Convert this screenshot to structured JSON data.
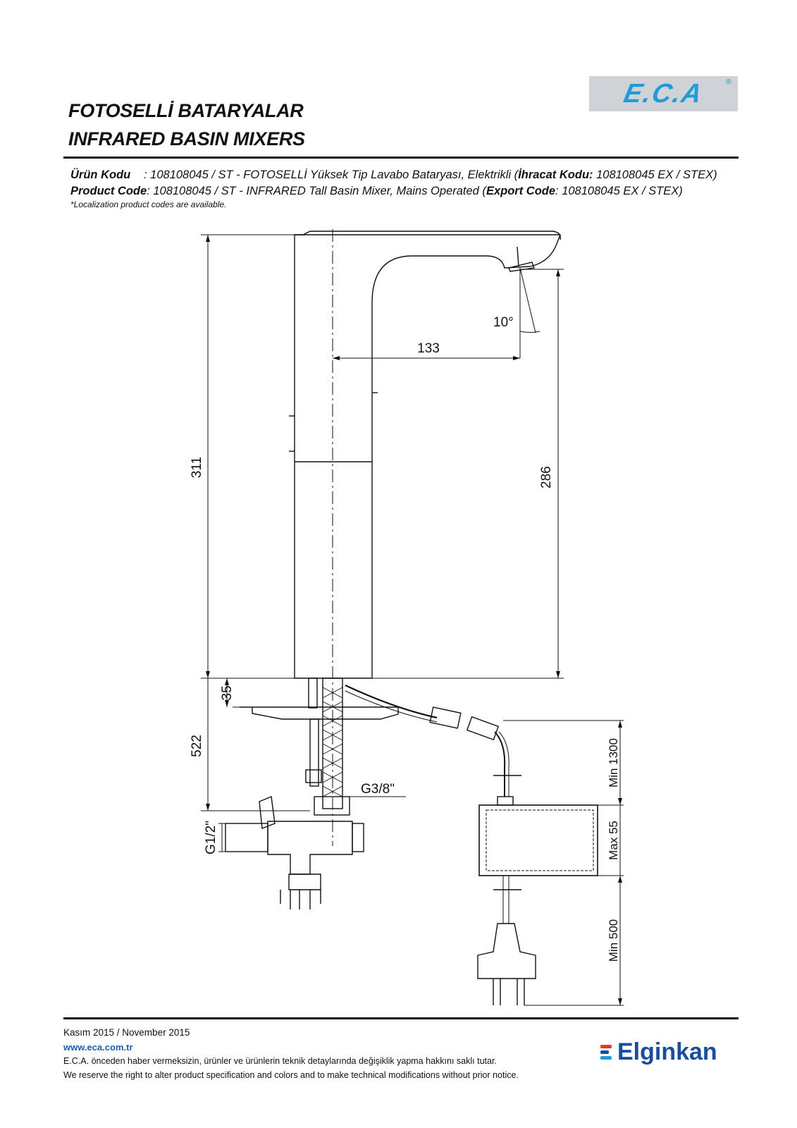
{
  "brand": {
    "logo_text": "E.C.A",
    "registered_mark": "®",
    "logo_color": "#1f9bd7",
    "logo_bg": "#cfd2d6"
  },
  "header": {
    "title_tr": "FOTOSELLİ BATARYALAR",
    "title_en": "INFRARED BASIN MIXERS"
  },
  "codes": {
    "tr_label": "Ürün Kodu",
    "tr_value": ": 108108045 / ST - FOTOSELLİ Yüksek Tip Lavabo Bataryası, Elektrikli (",
    "tr_export_label": "İhracat Kodu:",
    "tr_export_value": " 108108045 EX / STEX)",
    "en_label": "Product Code",
    "en_value": ": 108108045 / ST - INFRARED Tall Basin Mixer, Mains Operated (",
    "en_export_label": "Export Code",
    "en_export_value": ": 108108045 EX / STEX)",
    "note": "*Localization product codes are available."
  },
  "drawing": {
    "dimensions": {
      "height_total": "311",
      "spout_reach": "133",
      "spout_height": "286",
      "angle": "10°",
      "deck_thickness": "35",
      "hose_length": "522",
      "outlet_thread": "G3/8\"",
      "inlet_thread": "G1/2\"",
      "cable_min": "Min 1300",
      "box_max": "Max 55",
      "plug_min": "Min 500"
    }
  },
  "footer": {
    "date": "Kasım 2015 / November 2015",
    "website": "www.eca.com.tr",
    "disclaimer_tr": "E.C.A. önceden haber vermeksizin, ürünler ve ürünlerin teknik detaylarında değişiklik yapma hakkını saklı tutar.",
    "disclaimer_en": "We reserve the right to alter product specification and colors and to make technical modifications without prior notice.",
    "partner_logo": "Elginkan",
    "partner_color": "#1a4e9c",
    "partner_mark_colors": [
      "#e23b2e",
      "#1a4e9c",
      "#1f9bd7"
    ]
  }
}
